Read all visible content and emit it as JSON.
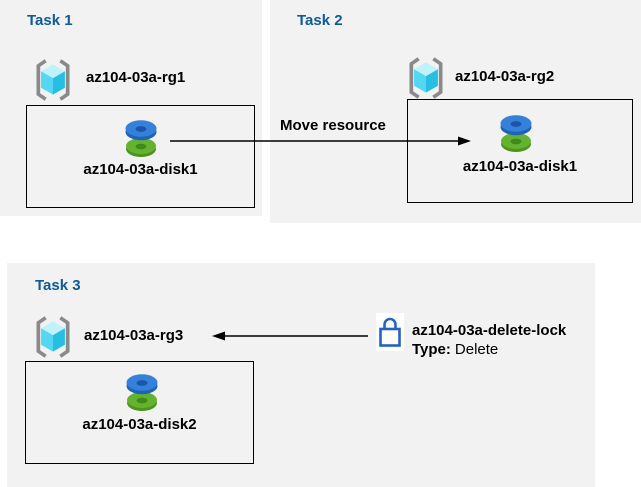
{
  "colors": {
    "panel_bg": "#F2F2F2",
    "title_blue": "#0D5A9D",
    "text": "#000000",
    "lock_blue": "#2463C5",
    "rg_bracket_gray": "#8A8A8A",
    "cube_top": "#BFF2FB",
    "cube_left": "#53D7F3",
    "cube_right": "#27BEE3",
    "disk_blue": "#3580DB",
    "disk_blue_side": "#1F63B8",
    "disk_blue_dark": "#1C55A8",
    "disk_green": "#63B32E",
    "disk_green_side": "#4E9320",
    "disk_green_dark": "#3F8A1A",
    "arrow_black": "#000000"
  },
  "icons": {
    "resource_group": "resource-group-icon",
    "disk": "managed-disk-icon",
    "lock": "delete-lock-icon"
  },
  "tasks": [
    {
      "title": "Task 1",
      "resource_group": "az104-03a-rg1",
      "disk": "az104-03a-disk1"
    },
    {
      "title": "Task 2",
      "resource_group": "az104-03a-rg2",
      "disk": "az104-03a-disk1"
    },
    {
      "title": "Task 3",
      "resource_group": "az104-03a-rg3",
      "disk": "az104-03a-disk2"
    }
  ],
  "move_arrow": {
    "label": "Move resource"
  },
  "delete_lock": {
    "name": "az104-03a-delete-lock",
    "type_label": "Type:",
    "type_value": "Delete"
  }
}
